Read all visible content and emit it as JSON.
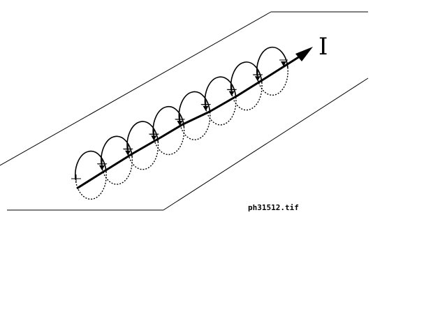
{
  "diagram": {
    "current_label": "I",
    "filename_label": "ph31512.tif",
    "loop_count": 8,
    "colors": {
      "stroke": "#000000",
      "background": "#ffffff"
    }
  }
}
